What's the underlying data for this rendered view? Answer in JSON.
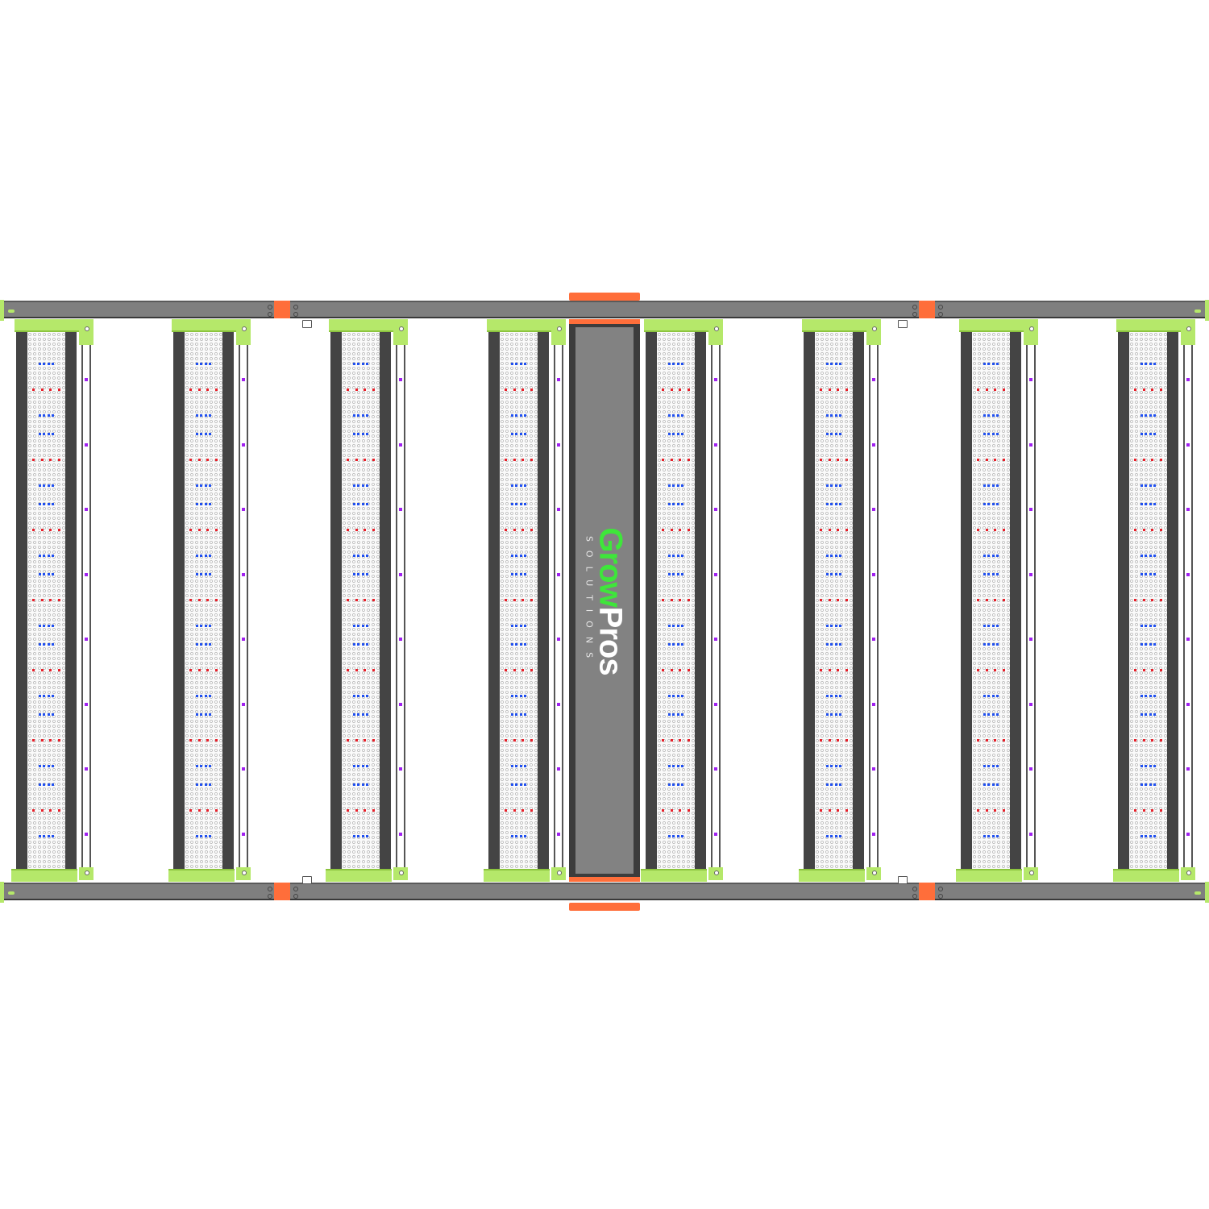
{
  "product": {
    "logo": {
      "brand_part1": "Grow",
      "brand_part2": "Pros",
      "tagline": "SOLUTIONS"
    },
    "light_bar_count": 8,
    "colors": {
      "frame": "#7f7f7f",
      "accent_green": "#b5e86a",
      "accent_orange": "#ff6e3a",
      "logo_green": "#3ee63a",
      "led_red": "#e8202a",
      "led_blue": "#2050f0",
      "led_uv": "#a020f0"
    }
  }
}
